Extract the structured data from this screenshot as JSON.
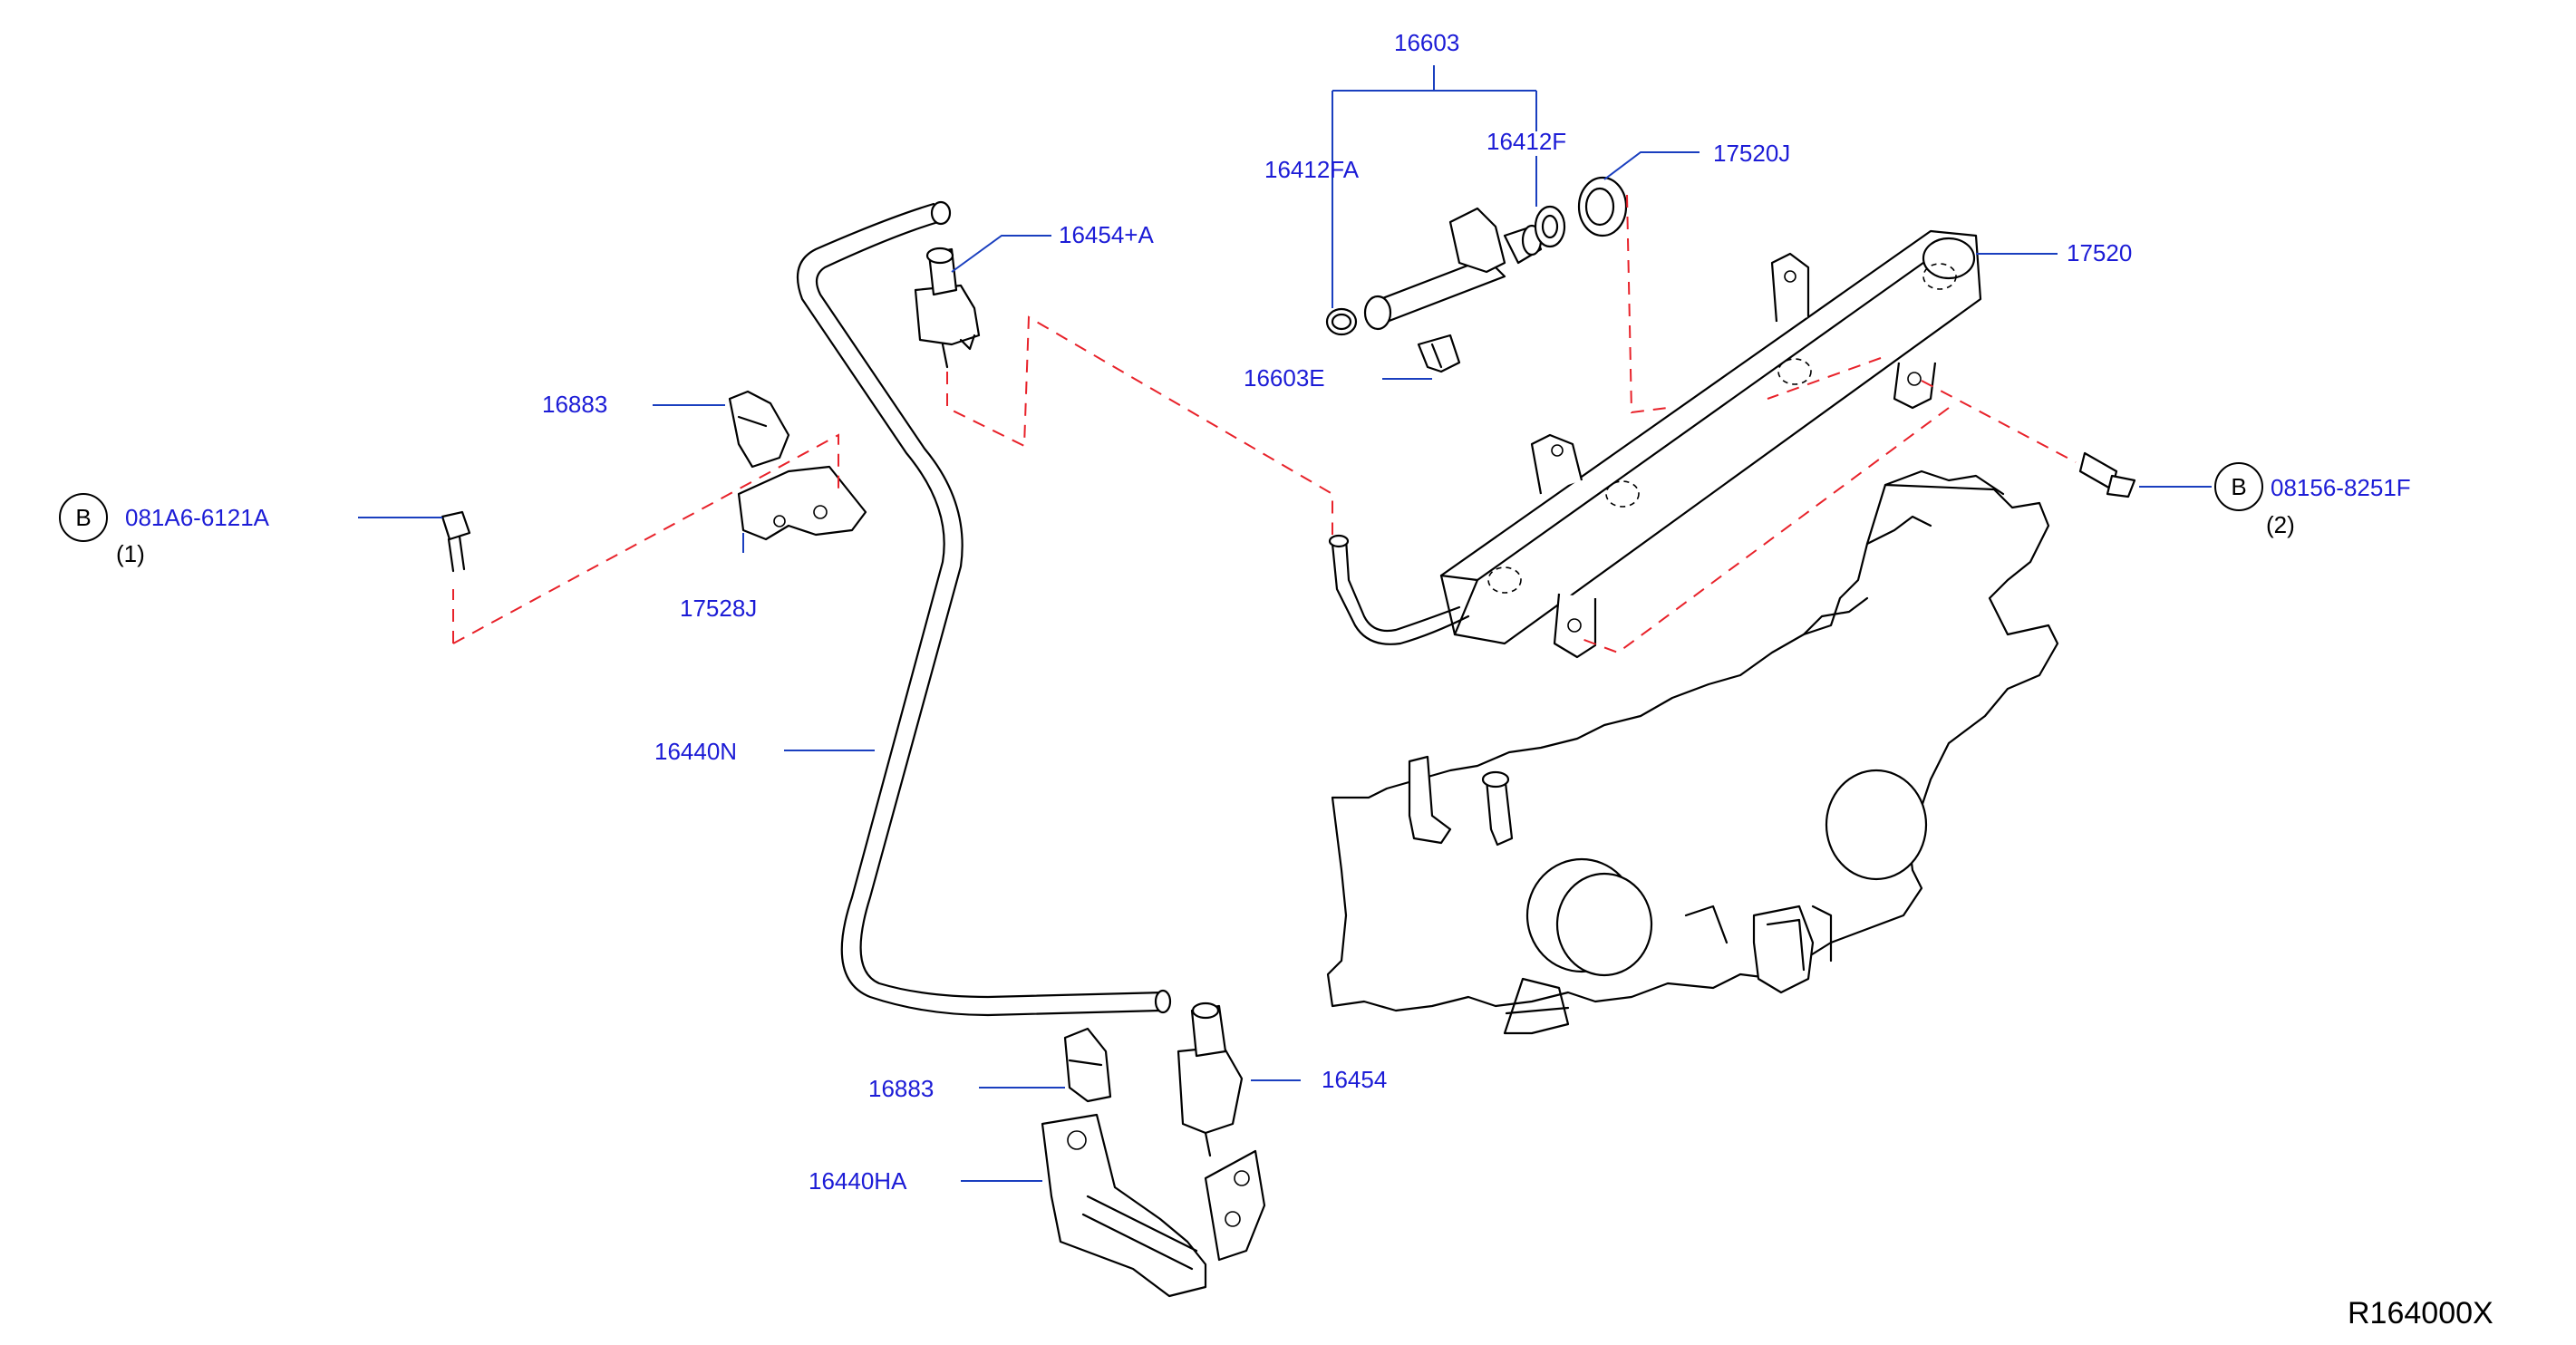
{
  "callouts": {
    "p16603": "16603",
    "p16412FA": "16412FA",
    "p16412F": "16412F",
    "p17520J": "17520J",
    "p16454A": "16454+A",
    "p17520": "17520",
    "p16883_top": "16883",
    "p16603E": "16603E",
    "p081A6": "081A6-6121A",
    "p081A6_qty": "(1)",
    "p17528J": "17528J",
    "p08156": "08156-8251F",
    "p08156_qty": "(2)",
    "p16440N": "16440N",
    "p16883_bottom": "16883",
    "p16454": "16454",
    "p16440HA": "16440HA"
  },
  "markers": {
    "bolt_left": "B",
    "bolt_right": "B"
  },
  "reference_code": "R164000X",
  "colors": {
    "callout_text": "#1c1cd6",
    "leader_line": "#1a3fbf",
    "assembly_dash": "#e8222a",
    "part_outline": "#000000"
  }
}
